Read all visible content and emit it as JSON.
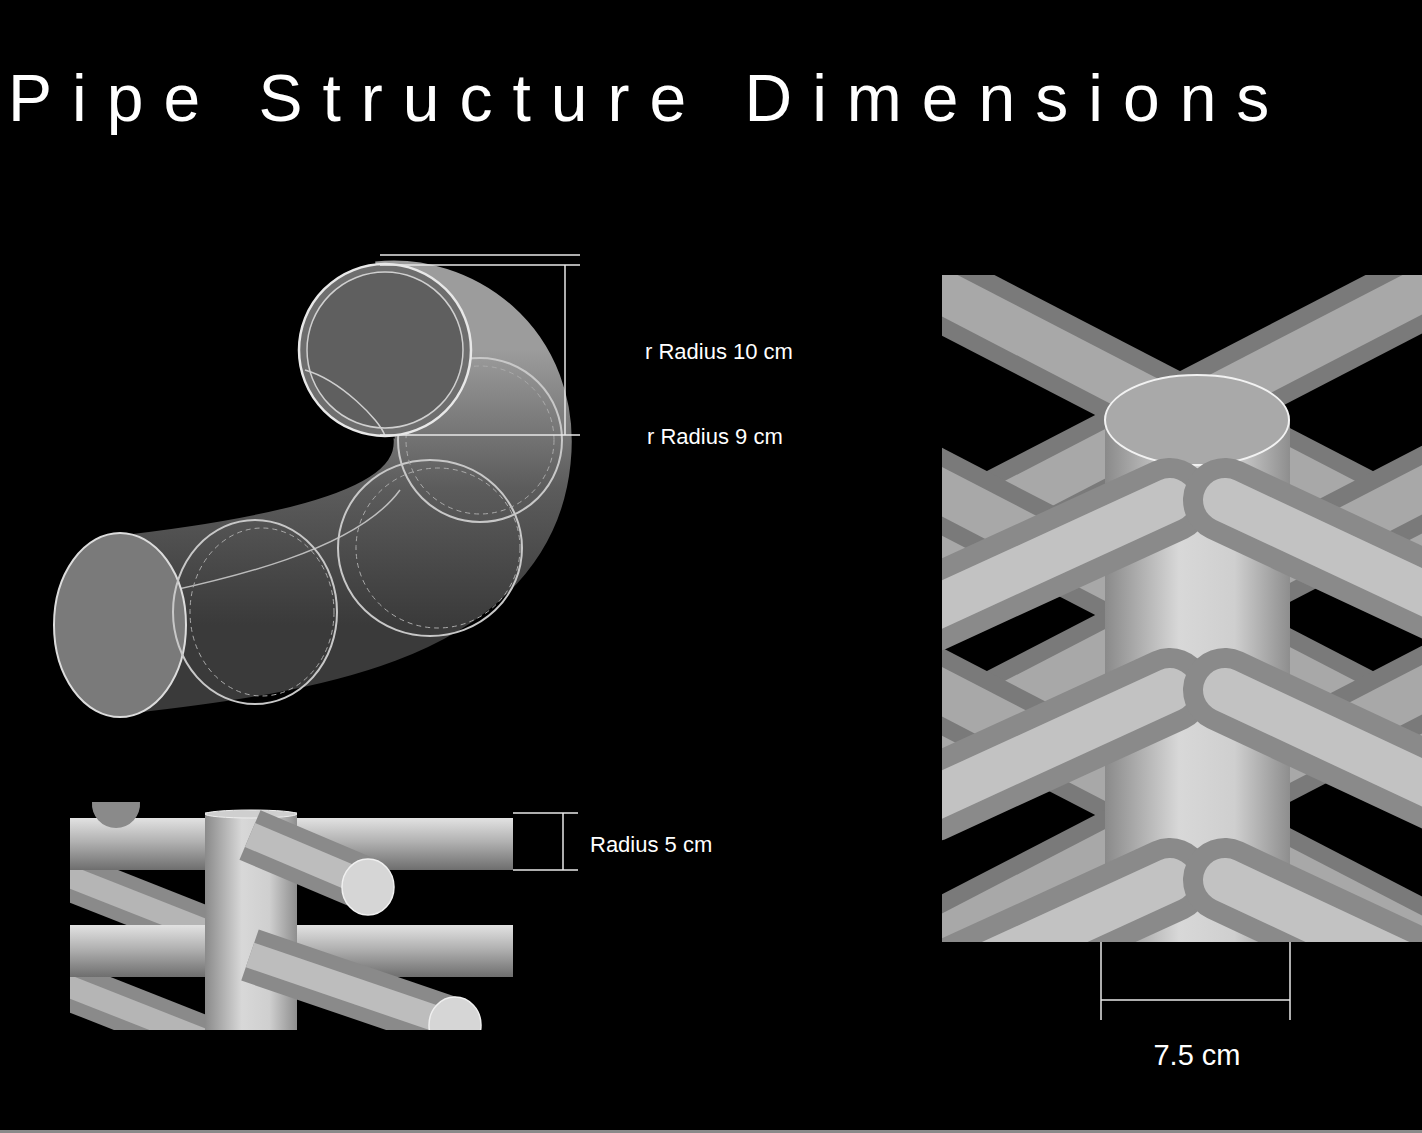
{
  "diagram": {
    "title": "Pipe Structure Dimensions",
    "labels": [
      "r Radius 10 cm",
      "r Radius 9 cm",
      "Radius 5 cm",
      "7.5 cm"
    ]
  }
}
